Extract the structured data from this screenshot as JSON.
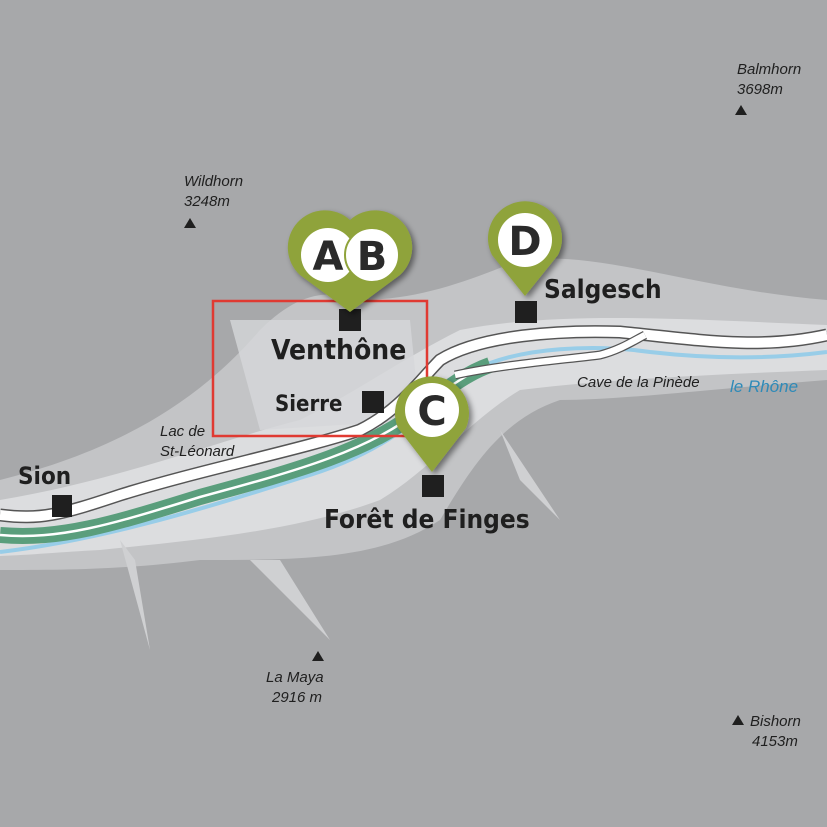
{
  "colors": {
    "background": "#a7a8aa",
    "valley": "#e4e5e6",
    "pin": "#8fa33a",
    "road": "#ffffff",
    "rail": "#5a9e7c",
    "river": "#98cde8",
    "frame": "#e03a32"
  },
  "pins": [
    {
      "letter": "A"
    },
    {
      "letter": "B"
    },
    {
      "letter": "C"
    },
    {
      "letter": "D"
    }
  ],
  "places": {
    "venthone": "Venthône",
    "sierre": "Sierre",
    "salgesch": "Salgesch",
    "finges": "Forêt de Finges",
    "sion": "Sion"
  },
  "features": {
    "lac_line1": "Lac de",
    "lac_line2": "St-Léonard",
    "cave": "Cave de la Pinède",
    "river": "le Rhône"
  },
  "peaks": [
    {
      "name": "Wildhorn",
      "elevation": "3248m"
    },
    {
      "name": "Balmhorn",
      "elevation": "3698m"
    },
    {
      "name": "La Maya",
      "elevation": "2916 m"
    },
    {
      "name": "Bishorn",
      "elevation": "4153m"
    }
  ]
}
